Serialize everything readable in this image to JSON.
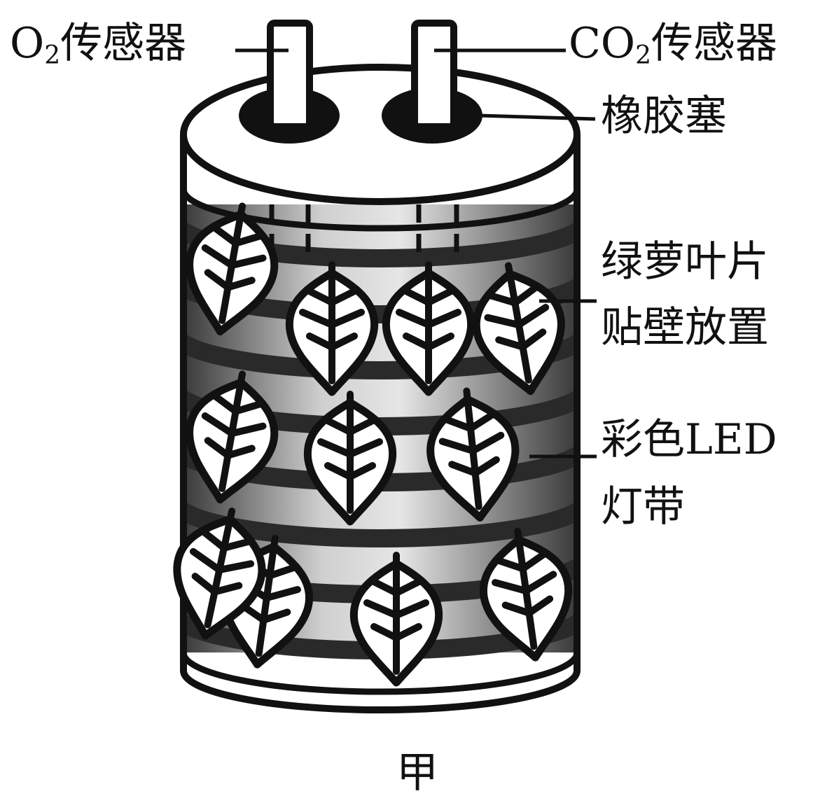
{
  "figure": {
    "caption": "甲",
    "colors": {
      "ink": "#111111",
      "paper": "#ffffff",
      "band": "#2a2a2a",
      "glow": "#d9d9d9"
    }
  },
  "labels": {
    "o2_sensor": {
      "prefix": "O",
      "subscript": "2",
      "suffix": "传感器"
    },
    "co2_sensor": {
      "prefix": "CO",
      "subscript": "2",
      "suffix": "传感器"
    },
    "rubber_stopper": "橡胶塞",
    "leaves": [
      "绿萝叶片",
      "贴壁放置"
    ],
    "led_strip": [
      "彩色LED",
      "灯带"
    ]
  },
  "parts": {
    "sensor_count": 2,
    "leaf_count": 11,
    "led_band_count": 8,
    "leaf_icon": "leaf-icon"
  }
}
